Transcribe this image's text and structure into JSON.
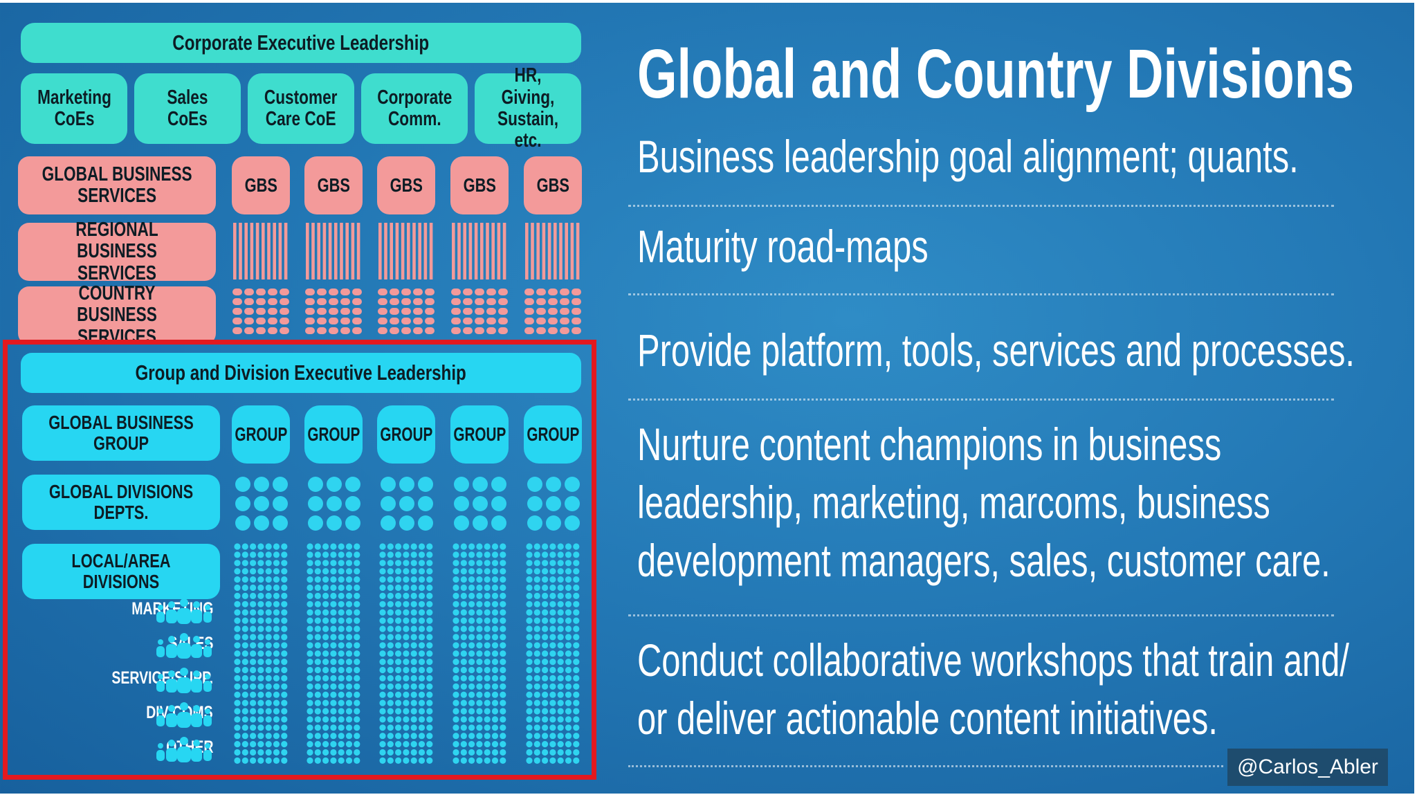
{
  "corporate": {
    "title": "Corporate Executive Leadership",
    "coes": [
      "Marketing\nCoEs",
      "Sales\nCoEs",
      "Customer\nCare CoE",
      "Corporate\nComm.",
      "HR, Giving,\nSustain, etc."
    ],
    "rows": [
      {
        "label": "GLOBAL BUSINESS\nSERVICES",
        "cell": "GBS"
      },
      {
        "label": "REGIONAL BUSINESS\nSERVICES"
      },
      {
        "label": "COUNTRY BUSINESS\nSERVICES"
      }
    ]
  },
  "group": {
    "title": "Group and Division Executive Leadership",
    "rows": [
      {
        "label": "GLOBAL BUSINESS GROUP",
        "cell": "GROUP"
      },
      {
        "label": "GLOBAL DIVISIONS DEPTS."
      },
      {
        "label": "LOCAL/AREA DIVISIONS"
      }
    ],
    "roles": [
      "MARKETING",
      "SALES",
      "SERVICE/SUPP.",
      "DIV COMS",
      "OTHER"
    ]
  },
  "right": {
    "headline": "Global and Country Divisions",
    "points": [
      [
        "Business leadership goal alignment; quants."
      ],
      [
        "Maturity road-maps"
      ],
      [
        "Provide platform, tools, services and processes."
      ],
      [
        "Nurture content champions in business",
        "leadership, marketing, marcoms, business",
        "development managers, sales, customer care."
      ],
      [
        "Conduct collaborative workshops that train and/",
        "or deliver actionable content initiatives."
      ]
    ]
  },
  "credit": "@Carlos_Abler",
  "colors": {
    "teal": "#3fddce",
    "pink": "#f39a9a",
    "cyan": "#27d6f2",
    "cyan_dots": "#2fd4f0",
    "frame": "#e3191f",
    "background": "#2378b5"
  },
  "icons": {
    "people": "people-group-icon"
  }
}
